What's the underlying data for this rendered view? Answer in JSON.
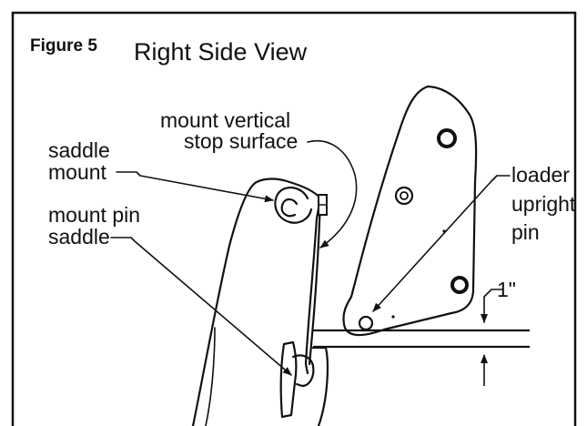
{
  "figure": {
    "number": "Figure 5",
    "title": "Right Side View"
  },
  "labels": {
    "mount_vertical_line1": "mount vertical",
    "mount_vertical_line2": "stop surface",
    "saddle_mount_line1": "saddle",
    "saddle_mount_line2": "mount",
    "mount_pin_line1": "mount pin",
    "mount_pin_line2": "saddle",
    "loader_line1": "loader",
    "loader_line2": "upright",
    "loader_line3": "pin",
    "dimension": "1\""
  }
}
